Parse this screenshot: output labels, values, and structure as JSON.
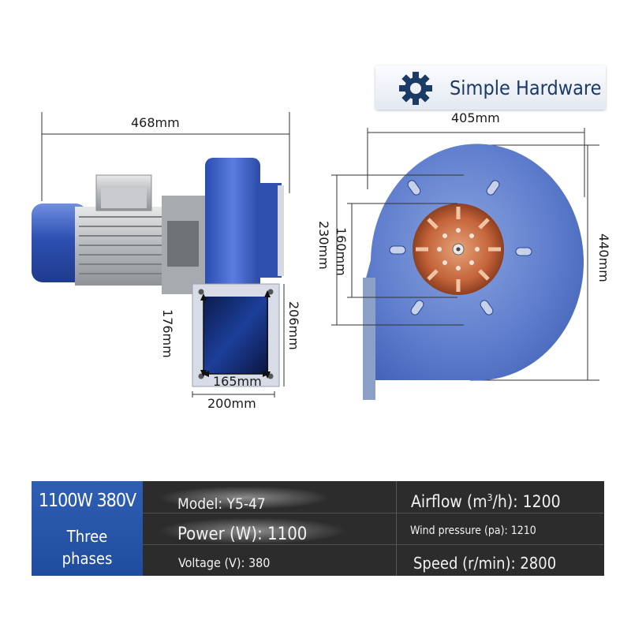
{
  "brand": {
    "name": "Simple Hardware",
    "icon": "gear-icon",
    "color": "#1c3a66"
  },
  "dimensions": {
    "side_width": "468mm",
    "outlet_height_inner": "176mm",
    "outlet_height_outer": "206mm",
    "outlet_width_inner": "165mm",
    "outlet_width_outer": "200mm",
    "front_width": "405mm",
    "front_height": "440mm",
    "inlet_outer": "230mm",
    "inlet_inner": "160mm"
  },
  "specs": {
    "power_voltage": "1100W 380V",
    "phase_line1": "Three",
    "phase_line2": "phases",
    "model": "Model: Y5-47",
    "power": "Power (W): 1100",
    "voltage": "Voltage (V): 380",
    "airflow_prefix": "Airflow (m",
    "airflow_sup": "3",
    "airflow_suffix": "/h): 1200",
    "wind_pressure": "Wind pressure (pa): 1210",
    "speed": "Speed (r/min): 2800"
  },
  "colors": {
    "accent_blue": "#2f5fb3",
    "fan_blue": "#4a6fc4",
    "table_dark": "#2c2c2c"
  }
}
